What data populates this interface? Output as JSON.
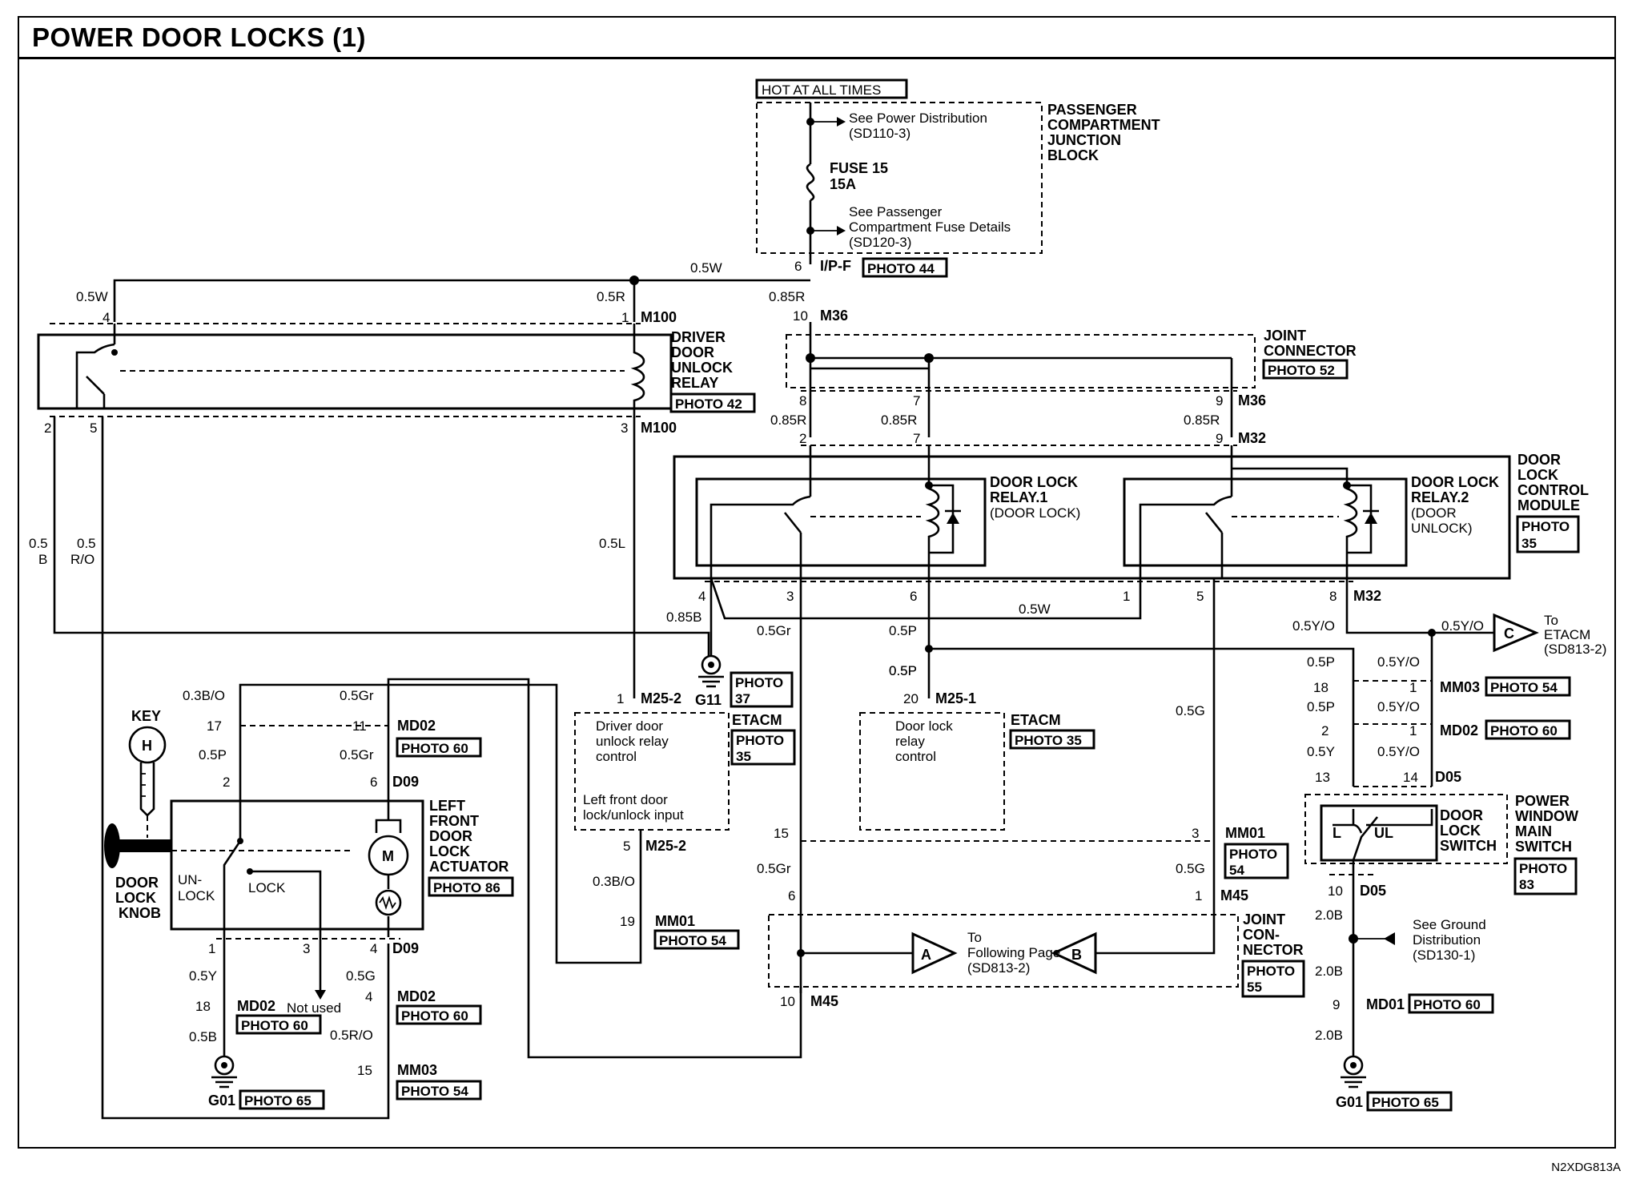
{
  "title": "POWER DOOR LOCKS (1)",
  "code": "N2XDG813A",
  "labels": {
    "hot": "HOT AT ALL TIMES",
    "pcjb1": "PASSENGER",
    "pcjb2": "COMPARTMENT",
    "pcjb3": "JUNCTION",
    "pcjb4": "BLOCK",
    "spd1": "See Power Distribution",
    "spd2": "(SD110-3)",
    "fuse1": "FUSE 15",
    "fuse2": "15A",
    "spc1": "See Passenger",
    "spc2": "Compartment Fuse Details",
    "spc3": "(SD120-3)",
    "ipf": "I/P-F",
    "w05w": "0.5W",
    "w05w2": "0.5W",
    "w05r": "0.5R",
    "w085r": "0.85R",
    "w085r2": "0.85R",
    "w085r3": "0.85R",
    "w085r4": "0.85R",
    "m100a": "M100",
    "m100b": "M100",
    "m36a": "M36",
    "m36b": "M36",
    "m32a": "M32",
    "m32b": "M32",
    "jc1": "JOINT",
    "jc2": "CONNECTOR",
    "ddur1": "DRIVER",
    "ddur2": "DOOR",
    "ddur3": "UNLOCK",
    "ddur4": "RELAY",
    "dlr1a": "DOOR LOCK",
    "dlr1b": "RELAY.1",
    "dlr1c": "(DOOR LOCK)",
    "dlr2a": "DOOR LOCK",
    "dlr2b": "RELAY.2",
    "dlr2c": "(DOOR",
    "dlr2d": "UNLOCK)",
    "dlcm1": "DOOR",
    "dlcm2": "LOCK",
    "dlcm3": "CONTROL",
    "dlcm4": "MODULE",
    "w05b1": "0.5",
    "w05b2": "B",
    "w05ro1": "0.5",
    "w05ro2": "R/O",
    "w05l": "0.5L",
    "w085b": "0.85B",
    "w05gr": "0.5Gr",
    "w05p": "0.5P",
    "w05w3": "0.5W",
    "w05yo": "0.5Y/O",
    "c": "C",
    "toetacm1": "To",
    "toetacm2": "ETACM",
    "toetacm3": "(SD813-2)",
    "g11": "G11",
    "w03bo": "0.3B/O",
    "w05gr2": "0.5Gr",
    "m25_2a": "M25-2",
    "m25_1": "M25-1",
    "etacm1": "ETACM",
    "etacm2": "ETACM",
    "ddurc1": "Driver door",
    "ddurc2": "unlock relay",
    "ddurc3": "control",
    "lfd1": "Left front door",
    "lfd2": "lock/unlock input",
    "dlrc1": "Door lock",
    "dlrc2": "relay",
    "dlrc3": "control",
    "w05p2": "0.5P",
    "w05p3": "0.5P",
    "w05yo2": "0.5Y/O",
    "w05yo3": "0.5Y/O",
    "w05yo4": "0.5Y/O",
    "mm03a": "MM03",
    "md02a": "MD02",
    "md02b": "MD02",
    "md02c": "MD02",
    "md02d": "MD02",
    "w05g": "0.5G",
    "w05p4": "0.5P",
    "w05y": "0.5Y",
    "w05gr3": "0.5Gr",
    "d05a": "D05",
    "d05b": "D05",
    "d09a": "D09",
    "d09b": "D09",
    "key": "KEY",
    "h": "H",
    "lfdla1": "LEFT",
    "lfdla2": "FRONT",
    "lfdla3": "DOOR",
    "lfdla4": "LOCK",
    "lfdla5": "ACTUATOR",
    "m": "M",
    "un1": "UN-",
    "un2": "LOCK",
    "lock": "LOCK",
    "dlk1": "DOOR",
    "dlk2": "LOCK",
    "dlk3": "KNOB",
    "dls1": "DOOR",
    "dls2": "LOCK",
    "dls3": "SWITCH",
    "pwms1": "POWER",
    "pwms2": "WINDOW",
    "pwms3": "MAIN",
    "pwms4": "SWITCH",
    "l": "L",
    "ul": "UL",
    "mm01a": "MM01",
    "mm01b": "MM01",
    "m45a": "M45",
    "m45b": "M45",
    "m25_2b": "M25-2",
    "w03bo2": "0.3B/O",
    "w05gr4": "0.5Gr",
    "w05g2": "0.5G",
    "jcn1": "JOINT",
    "jcn2": "CON-",
    "jcn3": "NECTOR",
    "a": "A",
    "b": "B",
    "tfp1": "To",
    "tfp2": "Following Page",
    "tfp3": "(SD813-2)",
    "w20b1": "2.0B",
    "w20b2": "2.0B",
    "w20b3": "2.0B",
    "sgd1": "See Ground",
    "sgd2": "Distribution",
    "sgd3": "(SD130-1)",
    "md01": "MD01",
    "w05y2": "0.5Y",
    "nu": "Not used",
    "w05b": "0.5B",
    "w05g3": "0.5G",
    "w05ro3": "0.5R/O",
    "mm03b": "MM03",
    "g01a": "G01",
    "g01b": "G01"
  },
  "photos": {
    "p44": "PHOTO 44",
    "p52": "PHOTO 52",
    "p42": "PHOTO 42",
    "p35a1": "PHOTO",
    "p35a2": "35",
    "p37a": "PHOTO",
    "p37b": "37",
    "p35b1": "PHOTO",
    "p35b2": "35",
    "p35c": "PHOTO 35",
    "p54a": "PHOTO 54",
    "p60a": "PHOTO 60",
    "p60b": "PHOTO 60",
    "p86": "PHOTO 86",
    "p83a": "PHOTO",
    "p83b": "83",
    "p54b1": "PHOTO",
    "p54b2": "54",
    "p54c": "PHOTO 54",
    "p55a": "PHOTO",
    "p55b": "55",
    "p60c": "PHOTO 60",
    "p60d": "PHOTO 60",
    "p65a": "PHOTO 65",
    "p54d": "PHOTO 54",
    "p65b": "PHOTO 65"
  },
  "pins": {
    "p6": "6",
    "p10": "10",
    "p4": "4",
    "p1": "1",
    "p2": "2",
    "p5": "5",
    "p3": "3",
    "p8": "8",
    "p7": "7",
    "p9": "9",
    "p2b": "2",
    "p7b": "7",
    "p9b": "9",
    "p4b": "4",
    "p3b": "3",
    "p6b": "6",
    "p1b": "1",
    "p5b": "5",
    "p8b": "8",
    "p1c": "1",
    "p20": "20",
    "p18": "18",
    "p1d": "1",
    "p2c": "2",
    "p1e": "1",
    "p13": "13",
    "p14": "14",
    "p17": "17",
    "p11": "11",
    "p2d": "2",
    "p6c": "6",
    "p5c": "5",
    "p19": "19",
    "p15": "15",
    "p3c": "3",
    "p6d": "6",
    "p1f": "1",
    "p10b": "10",
    "p10c": "10",
    "p9c": "9",
    "p1g": "1",
    "p3d": "3",
    "p4c": "4",
    "p18b": "18",
    "p4d": "4",
    "p15b": "15"
  }
}
